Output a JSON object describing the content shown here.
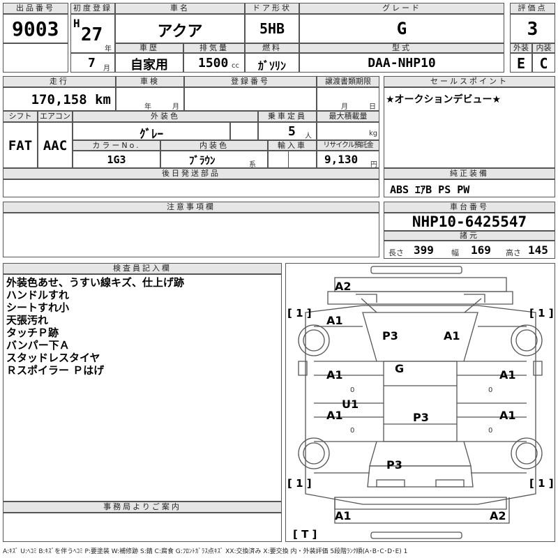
{
  "header": {
    "lot_no_label": "出品番号",
    "lot_no": "9003",
    "first_reg_label": "初度登録",
    "era": "H",
    "year": "27",
    "year_unit": "年",
    "month": "7",
    "month_unit": "月",
    "car_name_label": "車名",
    "car_name": "アクア",
    "door_label": "ドア形状",
    "door": "5HB",
    "grade_label": "グレード",
    "grade": "G",
    "score_label": "評価点",
    "score": "3",
    "history_label": "車歴",
    "history": "自家用",
    "displacement_label": "排気量",
    "displacement": "1500",
    "displacement_unit": "cc",
    "fuel_label": "燃料",
    "fuel": "ｶﾞｿﾘﾝ",
    "model_label": "型式",
    "model": "DAA-NHP10",
    "exterior_label": "外装",
    "exterior": "E",
    "interior_label": "内装",
    "interior": "C"
  },
  "row2": {
    "mileage_label": "走行",
    "mileage": "170,158 km",
    "inspection_label": "車検",
    "insp_year_unit": "年",
    "insp_month_unit": "月",
    "reg_no_label": "登録番号",
    "transfer_label": "譲渡書類期限",
    "tr_month_unit": "月",
    "tr_day_unit": "日",
    "sales_label": "セールスポイント",
    "sales": "★オークションデビュー★",
    "shift_label": "シフト",
    "shift": "FAT",
    "ac_label": "エアコン",
    "ac": "AAC",
    "color_label": "外装色",
    "color": "ｸﾞﾚｰ",
    "capacity_label": "乗車定員",
    "capacity": "5",
    "capacity_unit": "人",
    "load_label": "最大積載量",
    "load_unit": "kg",
    "color_no_label": "カラーNo.",
    "color_no": "1G3",
    "interior_color_label": "内装色",
    "interior_color": "ﾌﾞﾗｳﾝ",
    "interior_color_unit": "系",
    "import_label": "輸入車",
    "recycle_label": "リサイクル預託金",
    "recycle": "9,130",
    "recycle_unit": "円",
    "later_parts_label": "後日発送部品",
    "equipment_label": "純正装備",
    "equipment": "ABS ｴｱB PS PW"
  },
  "notes": {
    "caution_label": "注意事項欄",
    "chassis_label": "車台番号",
    "chassis": "NHP10-6425547",
    "spec_label": "諸元",
    "length_label": "長さ",
    "length": "399",
    "width_label": "幅",
    "width": "169",
    "height_label": "高さ",
    "height": "145",
    "inspector_label": "検査員記入欄",
    "inspector_lines": [
      "外装色あせ、うすい線キズ、仕上げ跡",
      "ハンドルすれ",
      "シートすれ小",
      "天張汚れ",
      "タッチＰ跡",
      "バンパー下Ａ",
      "スタッドレスタイヤ",
      "Ｒスポイラー Ｐはげ"
    ],
    "office_label": "事務局よりご案内"
  },
  "diagram": {
    "marks": [
      "A2",
      "A1",
      "P3",
      "A1",
      "G",
      "A1",
      "A1",
      "U1",
      "A1",
      "P3",
      "A1",
      "P3",
      "A1",
      "A2"
    ],
    "tire_marks": [
      "[ 1 ]",
      "[ 1 ]",
      "[ 1 ]",
      "[ 1 ]",
      "[ T ]"
    ],
    "small": [
      "0",
      "0",
      "0",
      "0"
    ]
  },
  "legend": "A:ｷｽﾞ U:ﾍｺﾐ B:ｷｽﾞを伴うﾍｺﾐ P:要塗装 W:補修跡 S:錆 C:腐食 G:ﾌﾛﾝﾄｶﾞﾗｽ点ｷｽﾞ XX:交換済み X:要交換 内・外装評価 5段階ﾗﾝｸ順(A･B･C･D･E) 1"
}
